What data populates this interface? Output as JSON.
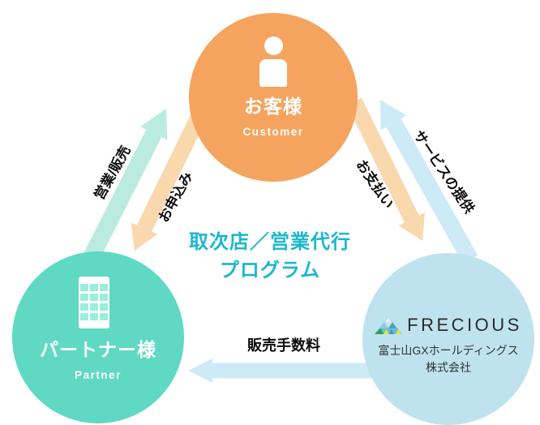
{
  "center": {
    "line1": "取次店／営業代行",
    "line2": "プログラム"
  },
  "nodes": {
    "customer": {
      "title": "お客様",
      "subtitle": "Customer",
      "icon": "person-icon"
    },
    "partner": {
      "title": "パートナー様",
      "subtitle": "Partner",
      "icon": "building-icon"
    },
    "frecious": {
      "brand": "FRECIOUS",
      "company_line1": "富士山GXホールディングス",
      "company_line2": "株式会社",
      "icon": "mountain-logo-icon"
    }
  },
  "arrows": {
    "sales": {
      "label": "営業/販売",
      "from": "partner",
      "to": "customer"
    },
    "application": {
      "label": "お申込み",
      "from": "customer",
      "to": "partner"
    },
    "service": {
      "label": "サービスの提供",
      "from": "frecious",
      "to": "customer"
    },
    "payment": {
      "label": "お支払い",
      "from": "customer",
      "to": "frecious"
    },
    "commission": {
      "label": "販売手数料",
      "from": "frecious",
      "to": "partner"
    }
  },
  "colors": {
    "customer_circle": "#F5A45F",
    "partner_circle": "#5FD9C3",
    "frecious_circle": "#BEE3EF",
    "arrow_teal": "#B9ECDE",
    "arrow_orange": "#FAD8AE",
    "arrow_blue": "#CDEAF7",
    "title_cyan": "#1BB7CE",
    "label_text": "#0d0d0d",
    "node_text": "#ffffff",
    "brand_text": "#2B2B2B",
    "window_teal": "#9BEDDC"
  }
}
